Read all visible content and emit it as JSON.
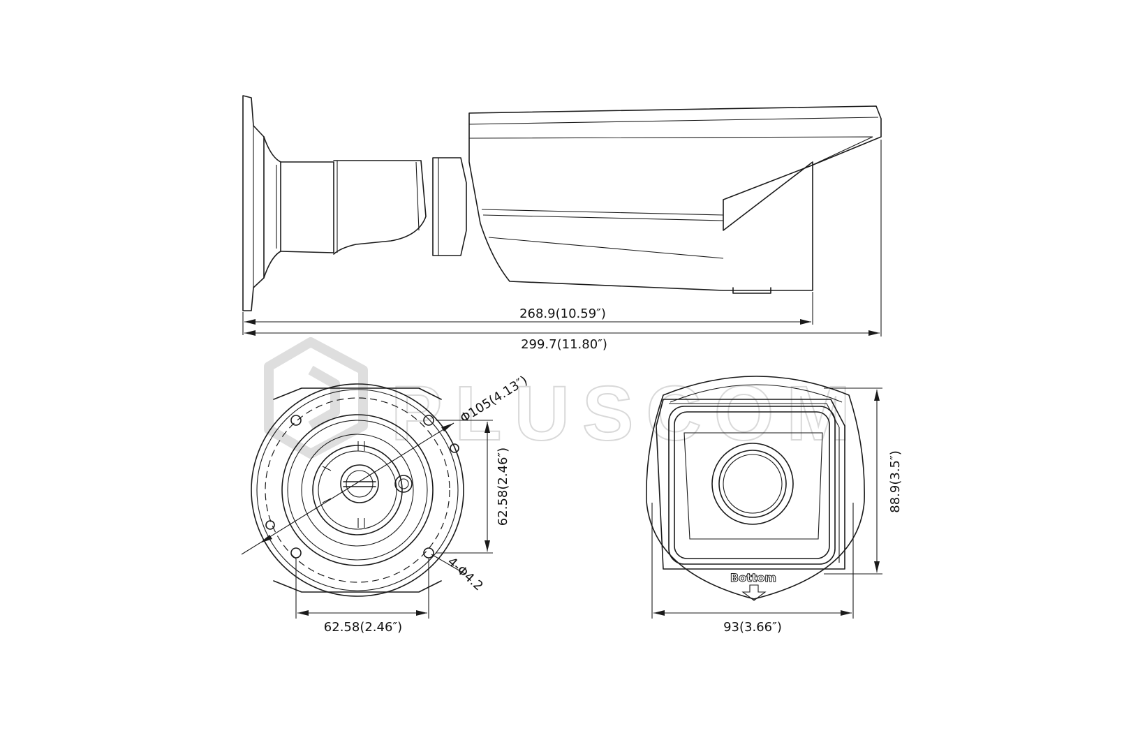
{
  "watermark": {
    "text": "PLUSCOM"
  },
  "side_view": {
    "dimensions": {
      "housing_length": "268.9(10.59″)",
      "overall_length": "299.7(11.80″)"
    }
  },
  "mount_view": {
    "dimensions": {
      "diameter": "Φ105(4.13″)",
      "hole_spacing_vertical": "62.58(2.46″)",
      "hole_spacing_horizontal": "62.58(2.46″)",
      "hole_spec": "4-Φ4.2"
    }
  },
  "front_view": {
    "dimensions": {
      "height": "88.9(3.5″)",
      "width": "93(3.66″)"
    },
    "label_bottom": "Bottom"
  }
}
